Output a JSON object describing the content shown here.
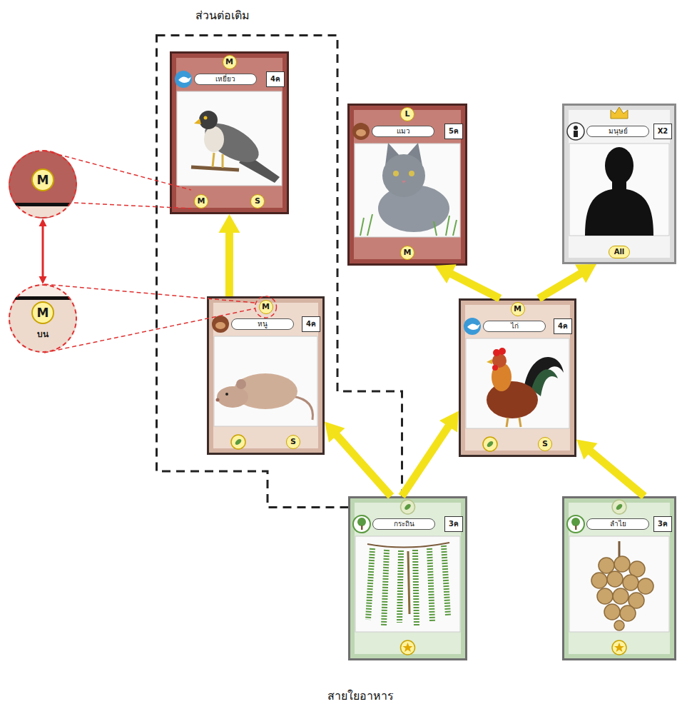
{
  "diagram": {
    "caption": "สายใยอาหาร",
    "nodes": [
      {
        "text": [
          "ส่วนต่อเติม"
        ]
      },
      {
        "text": [
          "M",
          "เหยี่ยว",
          "4ค",
          "M",
          "S"
        ],
        "in": 0
      },
      {
        "text": [
          "L",
          "แมว",
          "5ค",
          "M"
        ]
      },
      {
        "text": [
          "มนุษย์",
          "X2",
          "All"
        ]
      },
      {
        "text": [
          "M"
        ]
      },
      {
        "text": [
          "M",
          "บน"
        ]
      },
      {
        "text": [
          "M",
          "หนู",
          "4ค",
          "S"
        ],
        "in": 0
      },
      {
        "text": [
          "M",
          "ไก่",
          "4ค",
          "S"
        ]
      },
      {
        "text": [
          "กระถิน",
          "3ค"
        ]
      },
      {
        "text": [
          "ลำไย",
          "3ค"
        ]
      }
    ],
    "edges": [
      {
        "from": 6,
        "to": 1,
        "arrow": "to"
      },
      {
        "from": 8,
        "to": 6,
        "arrow": "to"
      },
      {
        "from": 8,
        "to": 7,
        "arrow": "to"
      },
      {
        "from": 9,
        "to": 7,
        "arrow": "to"
      },
      {
        "from": 7,
        "to": 2,
        "arrow": "to"
      },
      {
        "from": 7,
        "to": 3,
        "arrow": "to"
      },
      {
        "from": 4,
        "to": 5,
        "arrow": "both"
      }
    ]
  }
}
